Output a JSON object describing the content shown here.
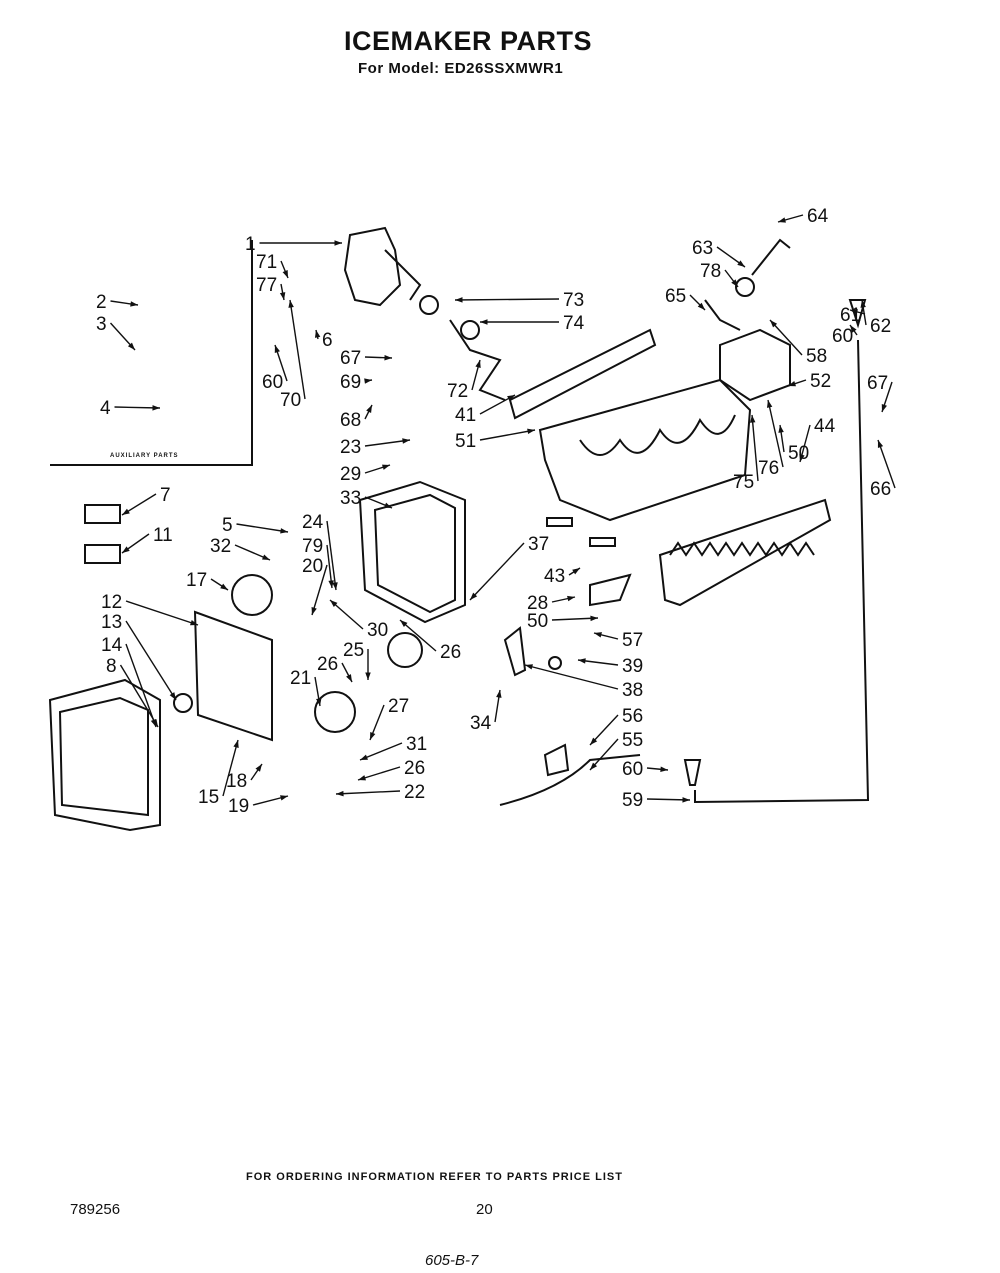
{
  "header": {
    "title": "ICEMAKER PARTS",
    "model": "For Model: ED26SSXMWR1"
  },
  "auxiliary_box_label": "AUXILIARY PARTS",
  "footer": {
    "ordering_note": "FOR ORDERING INFORMATION REFER TO PARTS PRICE LIST",
    "document_number": "789256",
    "page_number": "20",
    "handwritten_note": "605-B-7"
  },
  "callouts": [
    "1",
    "71",
    "77",
    "60",
    "70",
    "6",
    "2",
    "3",
    "4",
    "67",
    "69",
    "68",
    "23",
    "29",
    "33",
    "73",
    "74",
    "72",
    "41",
    "51",
    "64",
    "63",
    "78",
    "65",
    "61",
    "62",
    "60",
    "58",
    "52",
    "67",
    "44",
    "50",
    "75",
    "76",
    "66",
    "7",
    "11",
    "5",
    "32",
    "17",
    "24",
    "79",
    "20",
    "37",
    "43",
    "28",
    "50",
    "57",
    "39",
    "38",
    "56",
    "55",
    "60",
    "59",
    "12",
    "13",
    "14",
    "8",
    "30",
    "26",
    "25",
    "26",
    "21",
    "27",
    "34",
    "31",
    "26",
    "22",
    "15",
    "18",
    "19"
  ]
}
